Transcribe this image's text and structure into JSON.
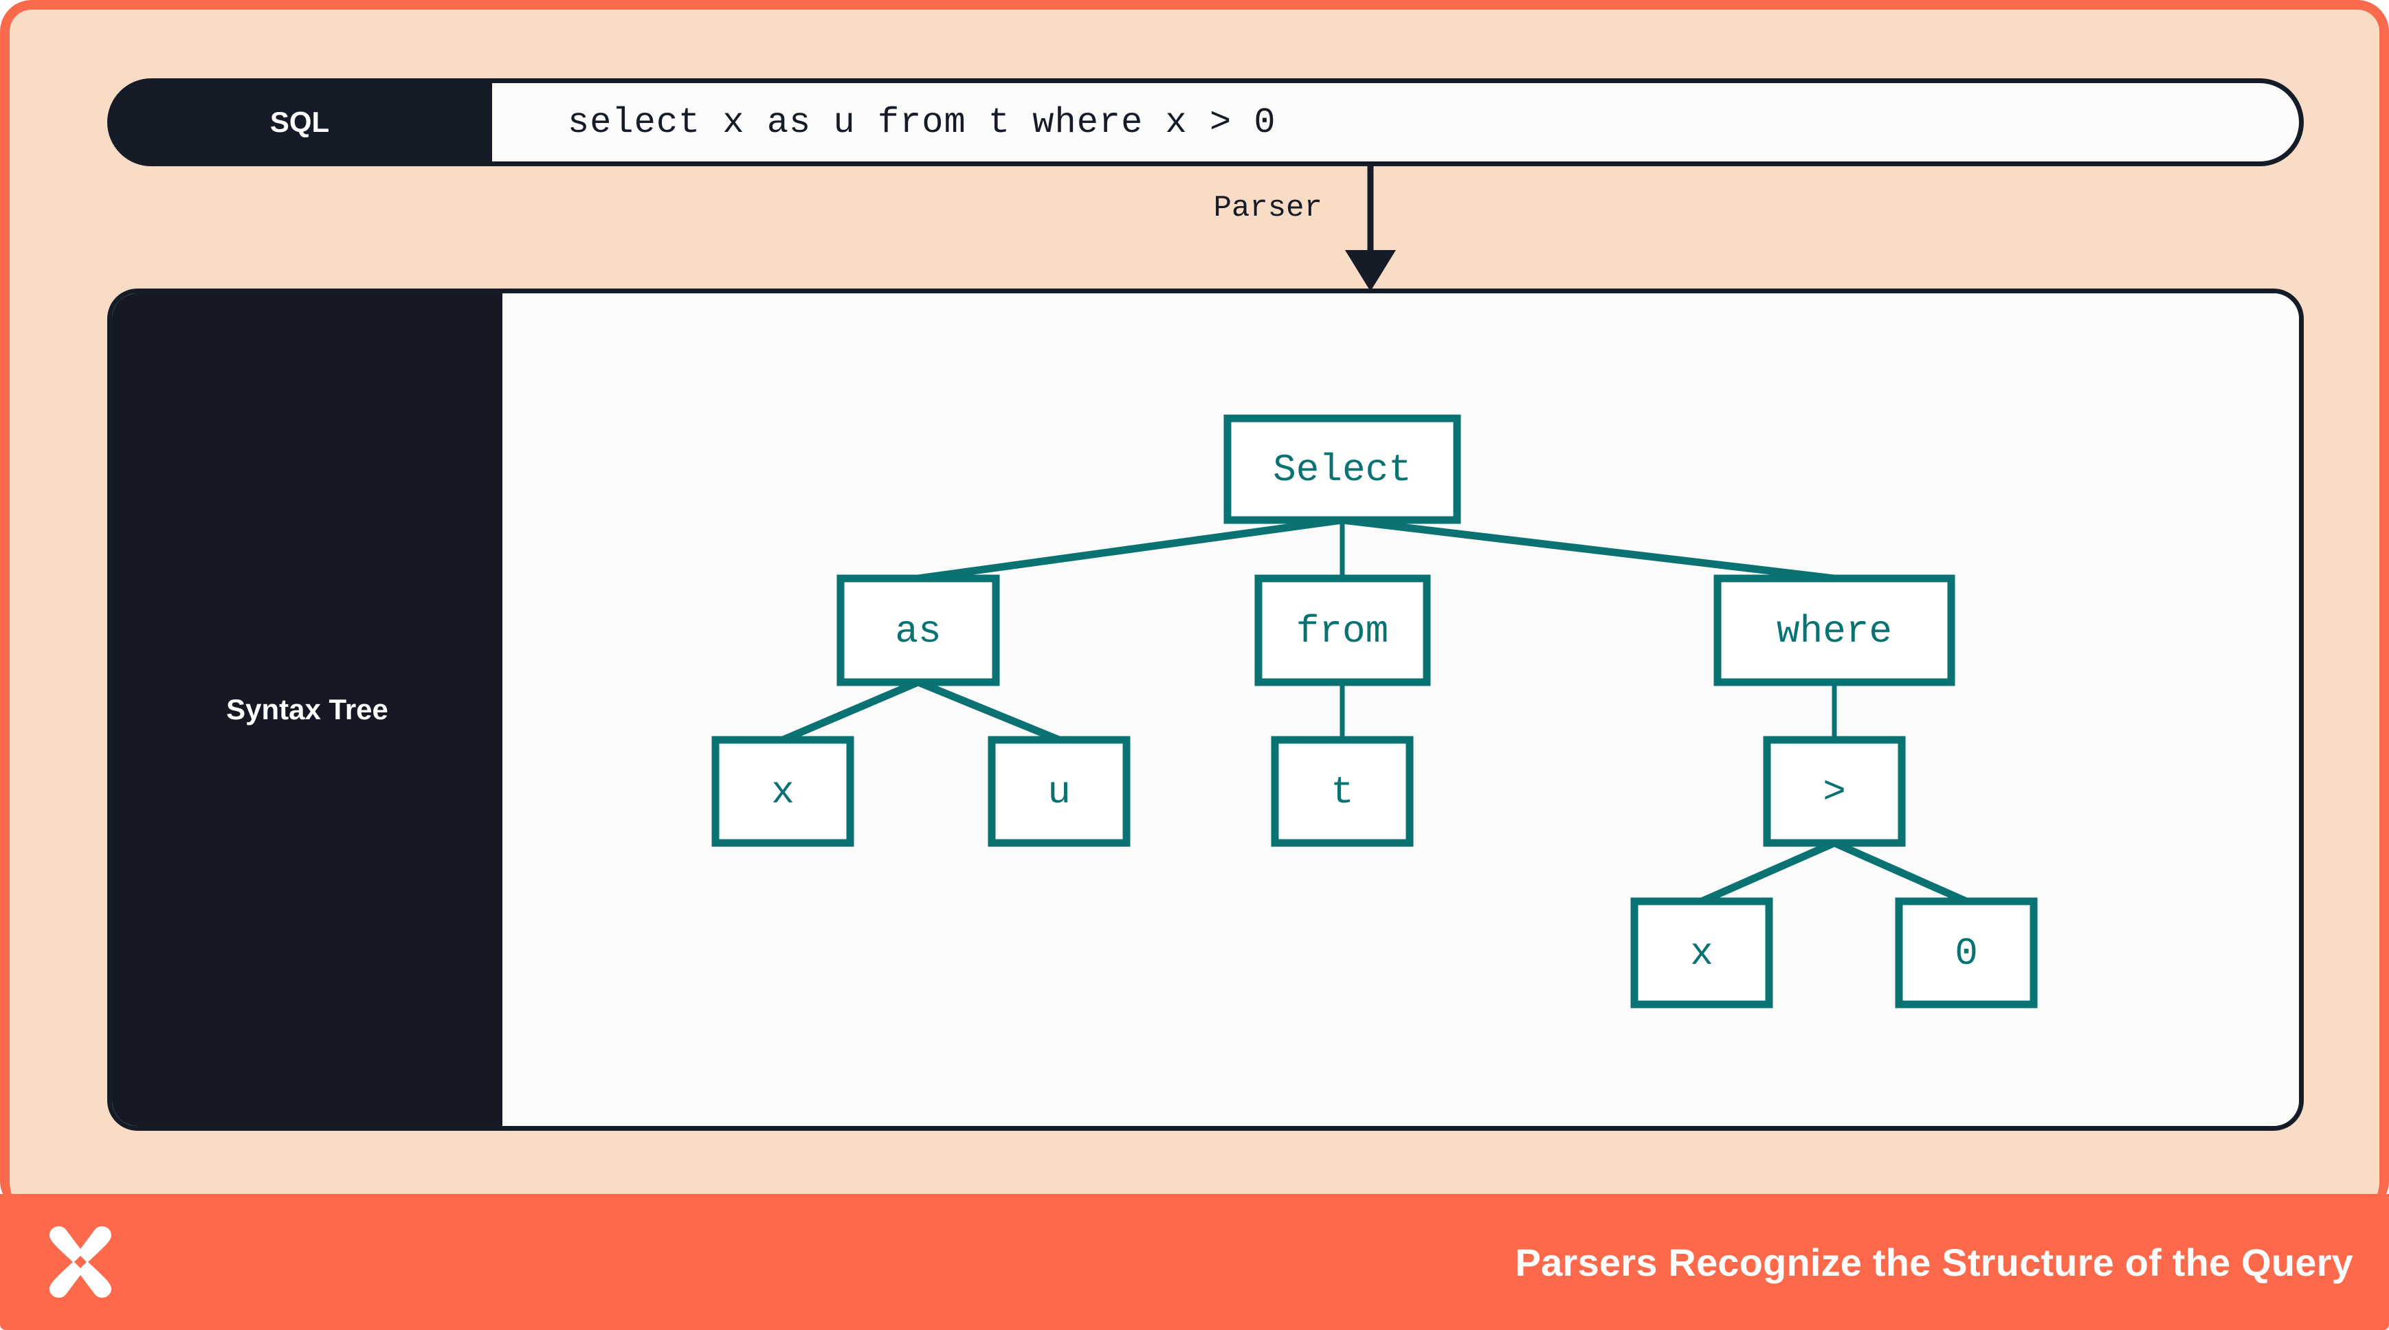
{
  "theme": {
    "frame_border": "#fa6a4b",
    "panel_bg": "#f9dcc6",
    "dark": "#161b28",
    "teal": "#0a7273",
    "footer_bg": "#fc6a4b",
    "surface": "#fbfbfc"
  },
  "sql_row": {
    "label": "SQL",
    "query": "select x as u from t where x > 0",
    "placeholder": "select x as u from t where x > 0"
  },
  "transform": {
    "label": "Parser",
    "direction": "down"
  },
  "tree_panel": {
    "label": "Syntax Tree"
  },
  "chart_data": {
    "type": "tree",
    "title": "Syntax Tree",
    "root": "Select",
    "nodes": [
      {
        "id": "select",
        "label": "Select",
        "level": 0
      },
      {
        "id": "as",
        "label": "as",
        "level": 1
      },
      {
        "id": "from",
        "label": "from",
        "level": 1
      },
      {
        "id": "where",
        "label": "where",
        "level": 1
      },
      {
        "id": "as_x",
        "label": "x",
        "level": 2
      },
      {
        "id": "as_u",
        "label": "u",
        "level": 2
      },
      {
        "id": "from_t",
        "label": "t",
        "level": 2
      },
      {
        "id": "gt",
        "label": ">",
        "level": 2
      },
      {
        "id": "gt_x",
        "label": "x",
        "level": 3
      },
      {
        "id": "gt_0",
        "label": "0",
        "level": 3
      }
    ],
    "edges": [
      [
        "select",
        "as"
      ],
      [
        "select",
        "from"
      ],
      [
        "select",
        "where"
      ],
      [
        "as",
        "as_x"
      ],
      [
        "as",
        "as_u"
      ],
      [
        "from",
        "from_t"
      ],
      [
        "where",
        "gt"
      ],
      [
        "gt",
        "gt_x"
      ],
      [
        "gt",
        "gt_0"
      ]
    ]
  },
  "tree_labels": {
    "select": "Select",
    "as": "as",
    "from": "from",
    "where": "where",
    "as_x": "x",
    "as_u": "u",
    "from_t": "t",
    "gt": ">",
    "gt_x": "x",
    "gt_0": "0"
  },
  "footer": {
    "tagline": "Parsers Recognize the Structure of the Query",
    "logo": "butterfly-x-logo"
  }
}
